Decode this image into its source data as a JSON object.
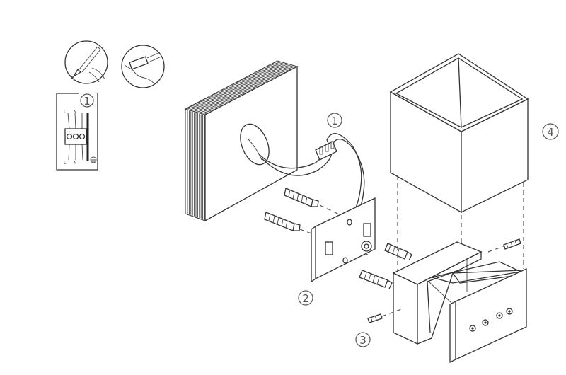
{
  "callouts": {
    "wiring_panel": "1",
    "wiring": "1",
    "mounting_plate": "2",
    "screws": "3",
    "cover": "4"
  },
  "wiring_panel_labels": {
    "top_left": "L",
    "top_right": "N",
    "bottom_left": "L",
    "bottom_right": "N"
  },
  "icons": [
    "screwdriver-icon",
    "voltage-tester-icon",
    "ground-symbol-icon"
  ]
}
